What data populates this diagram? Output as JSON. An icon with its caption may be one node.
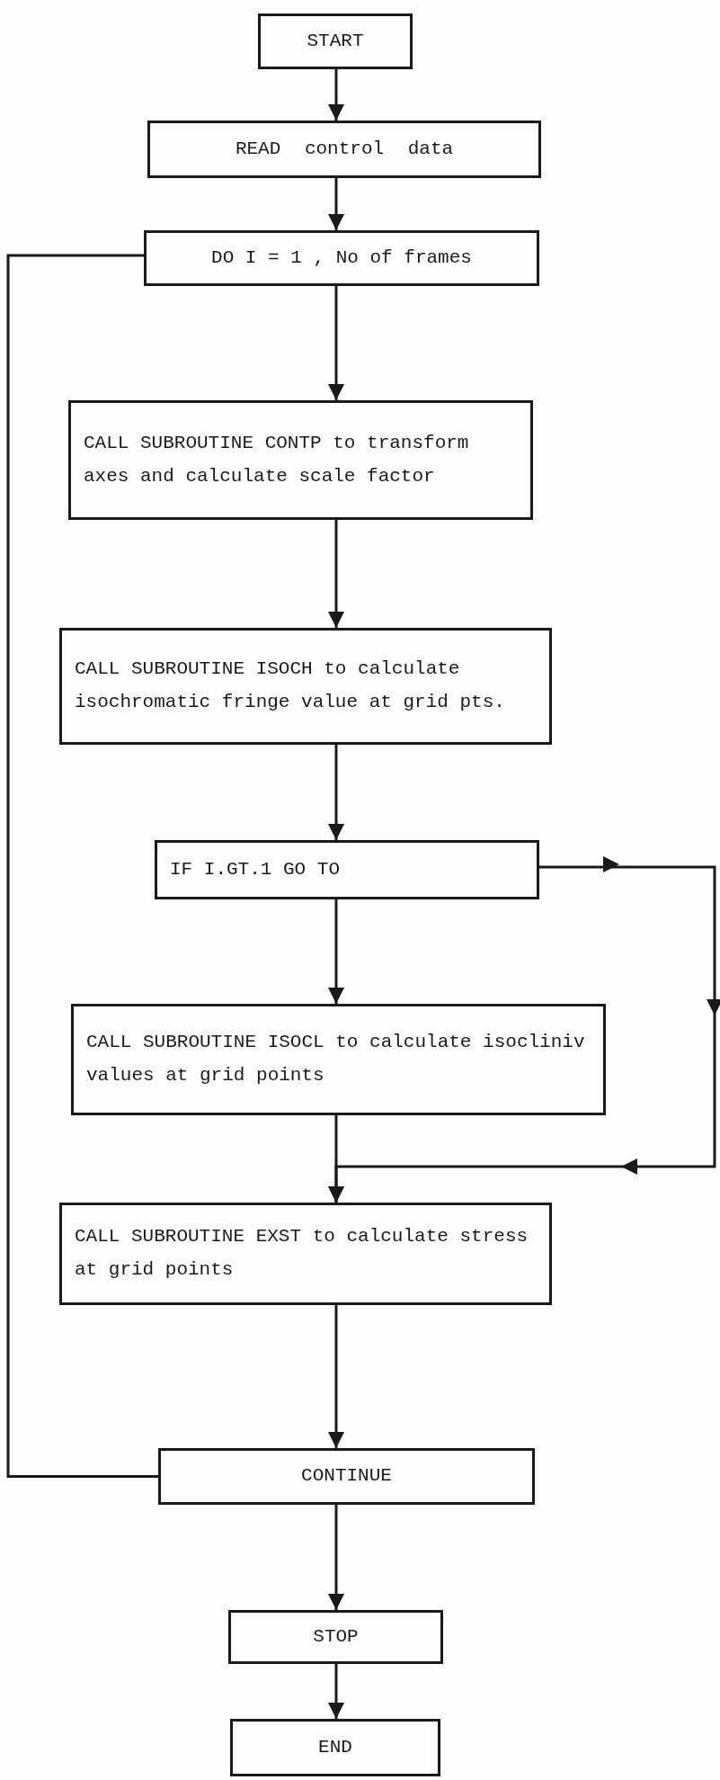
{
  "diagram": {
    "nodes": [
      {
        "text": [
          "START"
        ]
      },
      {
        "text": [
          "READ control data"
        ]
      },
      {
        "text": [
          "DO I = 1 , No of frames"
        ]
      },
      {
        "text": [
          "CALL SUBROUTINE CONTP to transform axes and calculate scale factor"
        ]
      },
      {
        "text": [
          "CALL SUBROUTINE ISOCH to calculate isochromatic fringe value at grid pts."
        ]
      },
      {
        "text": [
          "IF I.GT.1 GO TO"
        ]
      },
      {
        "text": [
          "CALL SUBROUTINE ISOCL to calculate isocliniv values at grid points"
        ]
      },
      {
        "text": [
          "CALL SUBROUTINE EXST to calculate stress at grid points"
        ]
      },
      {
        "text": [
          "CONTINUE"
        ]
      },
      {
        "text": [
          "STOP"
        ]
      },
      {
        "text": [
          "END"
        ]
      }
    ],
    "edges": [
      {
        "from": 0,
        "to": 1,
        "arrow": "to"
      },
      {
        "from": 1,
        "to": 2,
        "arrow": "to"
      },
      {
        "from": 2,
        "to": 3,
        "arrow": "to"
      },
      {
        "from": 3,
        "to": 4,
        "arrow": "to"
      },
      {
        "from": 4,
        "to": 5,
        "arrow": "to"
      },
      {
        "from": 5,
        "to": 6,
        "arrow": "to"
      },
      {
        "from": 5,
        "to": 7,
        "arrow": "to"
      },
      {
        "from": 6,
        "to": 7,
        "arrow": "to"
      },
      {
        "from": 7,
        "to": 8,
        "arrow": "to"
      },
      {
        "from": 8,
        "to": 2,
        "arrow": "none"
      },
      {
        "from": 8,
        "to": 9,
        "arrow": "to"
      },
      {
        "from": 9,
        "to": 10,
        "arrow": "to"
      }
    ]
  }
}
